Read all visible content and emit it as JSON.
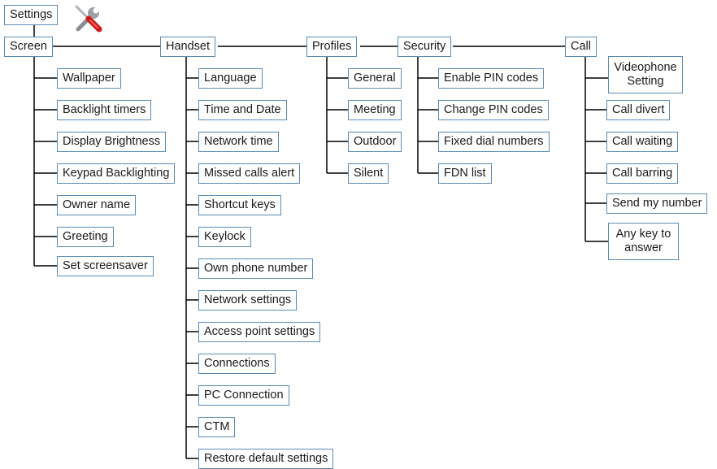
{
  "root": {
    "label": "Settings",
    "icon": "tools-icon"
  },
  "columns": [
    {
      "key": "screen",
      "label": "Screen",
      "items": [
        "Wallpaper",
        "Backlight timers",
        "Display Brightness",
        "Keypad Backlighting",
        "Owner name",
        "Greeting",
        "Set screensaver"
      ]
    },
    {
      "key": "handset",
      "label": "Handset",
      "items": [
        "Language",
        "Time and Date",
        "Network time",
        "Missed calls alert",
        "Shortcut keys",
        "Keylock",
        "Own phone number",
        "Network settings",
        "Access point settings",
        "Connections",
        "PC Connection",
        "CTM",
        "Restore default settings"
      ]
    },
    {
      "key": "profiles",
      "label": "Profiles",
      "items": [
        "General",
        "Meeting",
        "Outdoor",
        "Silent"
      ]
    },
    {
      "key": "security",
      "label": "Security",
      "items": [
        "Enable PIN codes",
        "Change PIN codes",
        "Fixed dial numbers",
        "FDN list"
      ]
    },
    {
      "key": "call",
      "label": "Call",
      "items": [
        "Videophone Setting",
        "Call divert",
        "Call waiting",
        "Call barring",
        "Send my number",
        "Any key to answer"
      ]
    }
  ],
  "colors": {
    "box_border": "#5b8bb3",
    "line": "#000000"
  }
}
